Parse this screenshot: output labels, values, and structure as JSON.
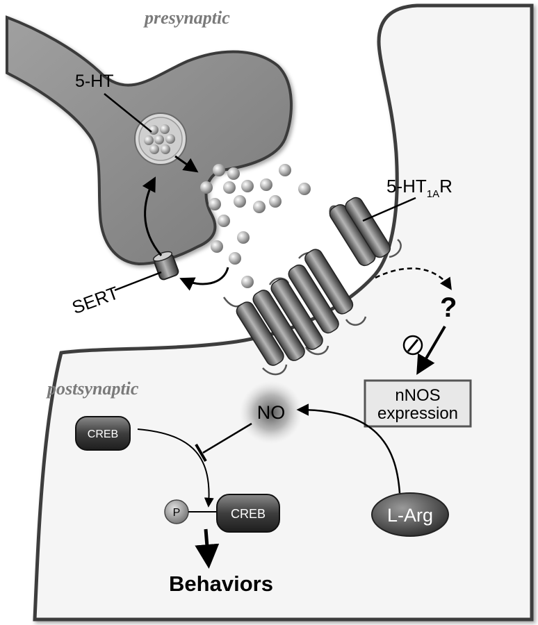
{
  "regions": {
    "presynaptic": "presynaptic",
    "postsynaptic": "postsynaptic"
  },
  "labels": {
    "serotonin": "5-HT",
    "receptor_main": "5-HT",
    "receptor_sub": "1A",
    "receptor_suffix": "R",
    "transporter": "SERT",
    "unknown": "?",
    "inhibit_symbol": "–",
    "nnos_line1": "nNOS",
    "nnos_line2": "expression",
    "nitric_oxide": "NO",
    "creb": "CREB",
    "creb_phospho": "CREB",
    "phosphate": "P",
    "l_arg": "L-Arg",
    "behaviors": "Behaviors"
  },
  "colors": {
    "presynaptic_fill": "#8c8c8c",
    "postsynaptic_fill": "#f4f4f4",
    "membrane_border": "#4a4a4a",
    "helix_fill": "#6e6e6e",
    "creb_fill": "#3c3c3c",
    "sphere_fill": "#b8b8b8"
  }
}
